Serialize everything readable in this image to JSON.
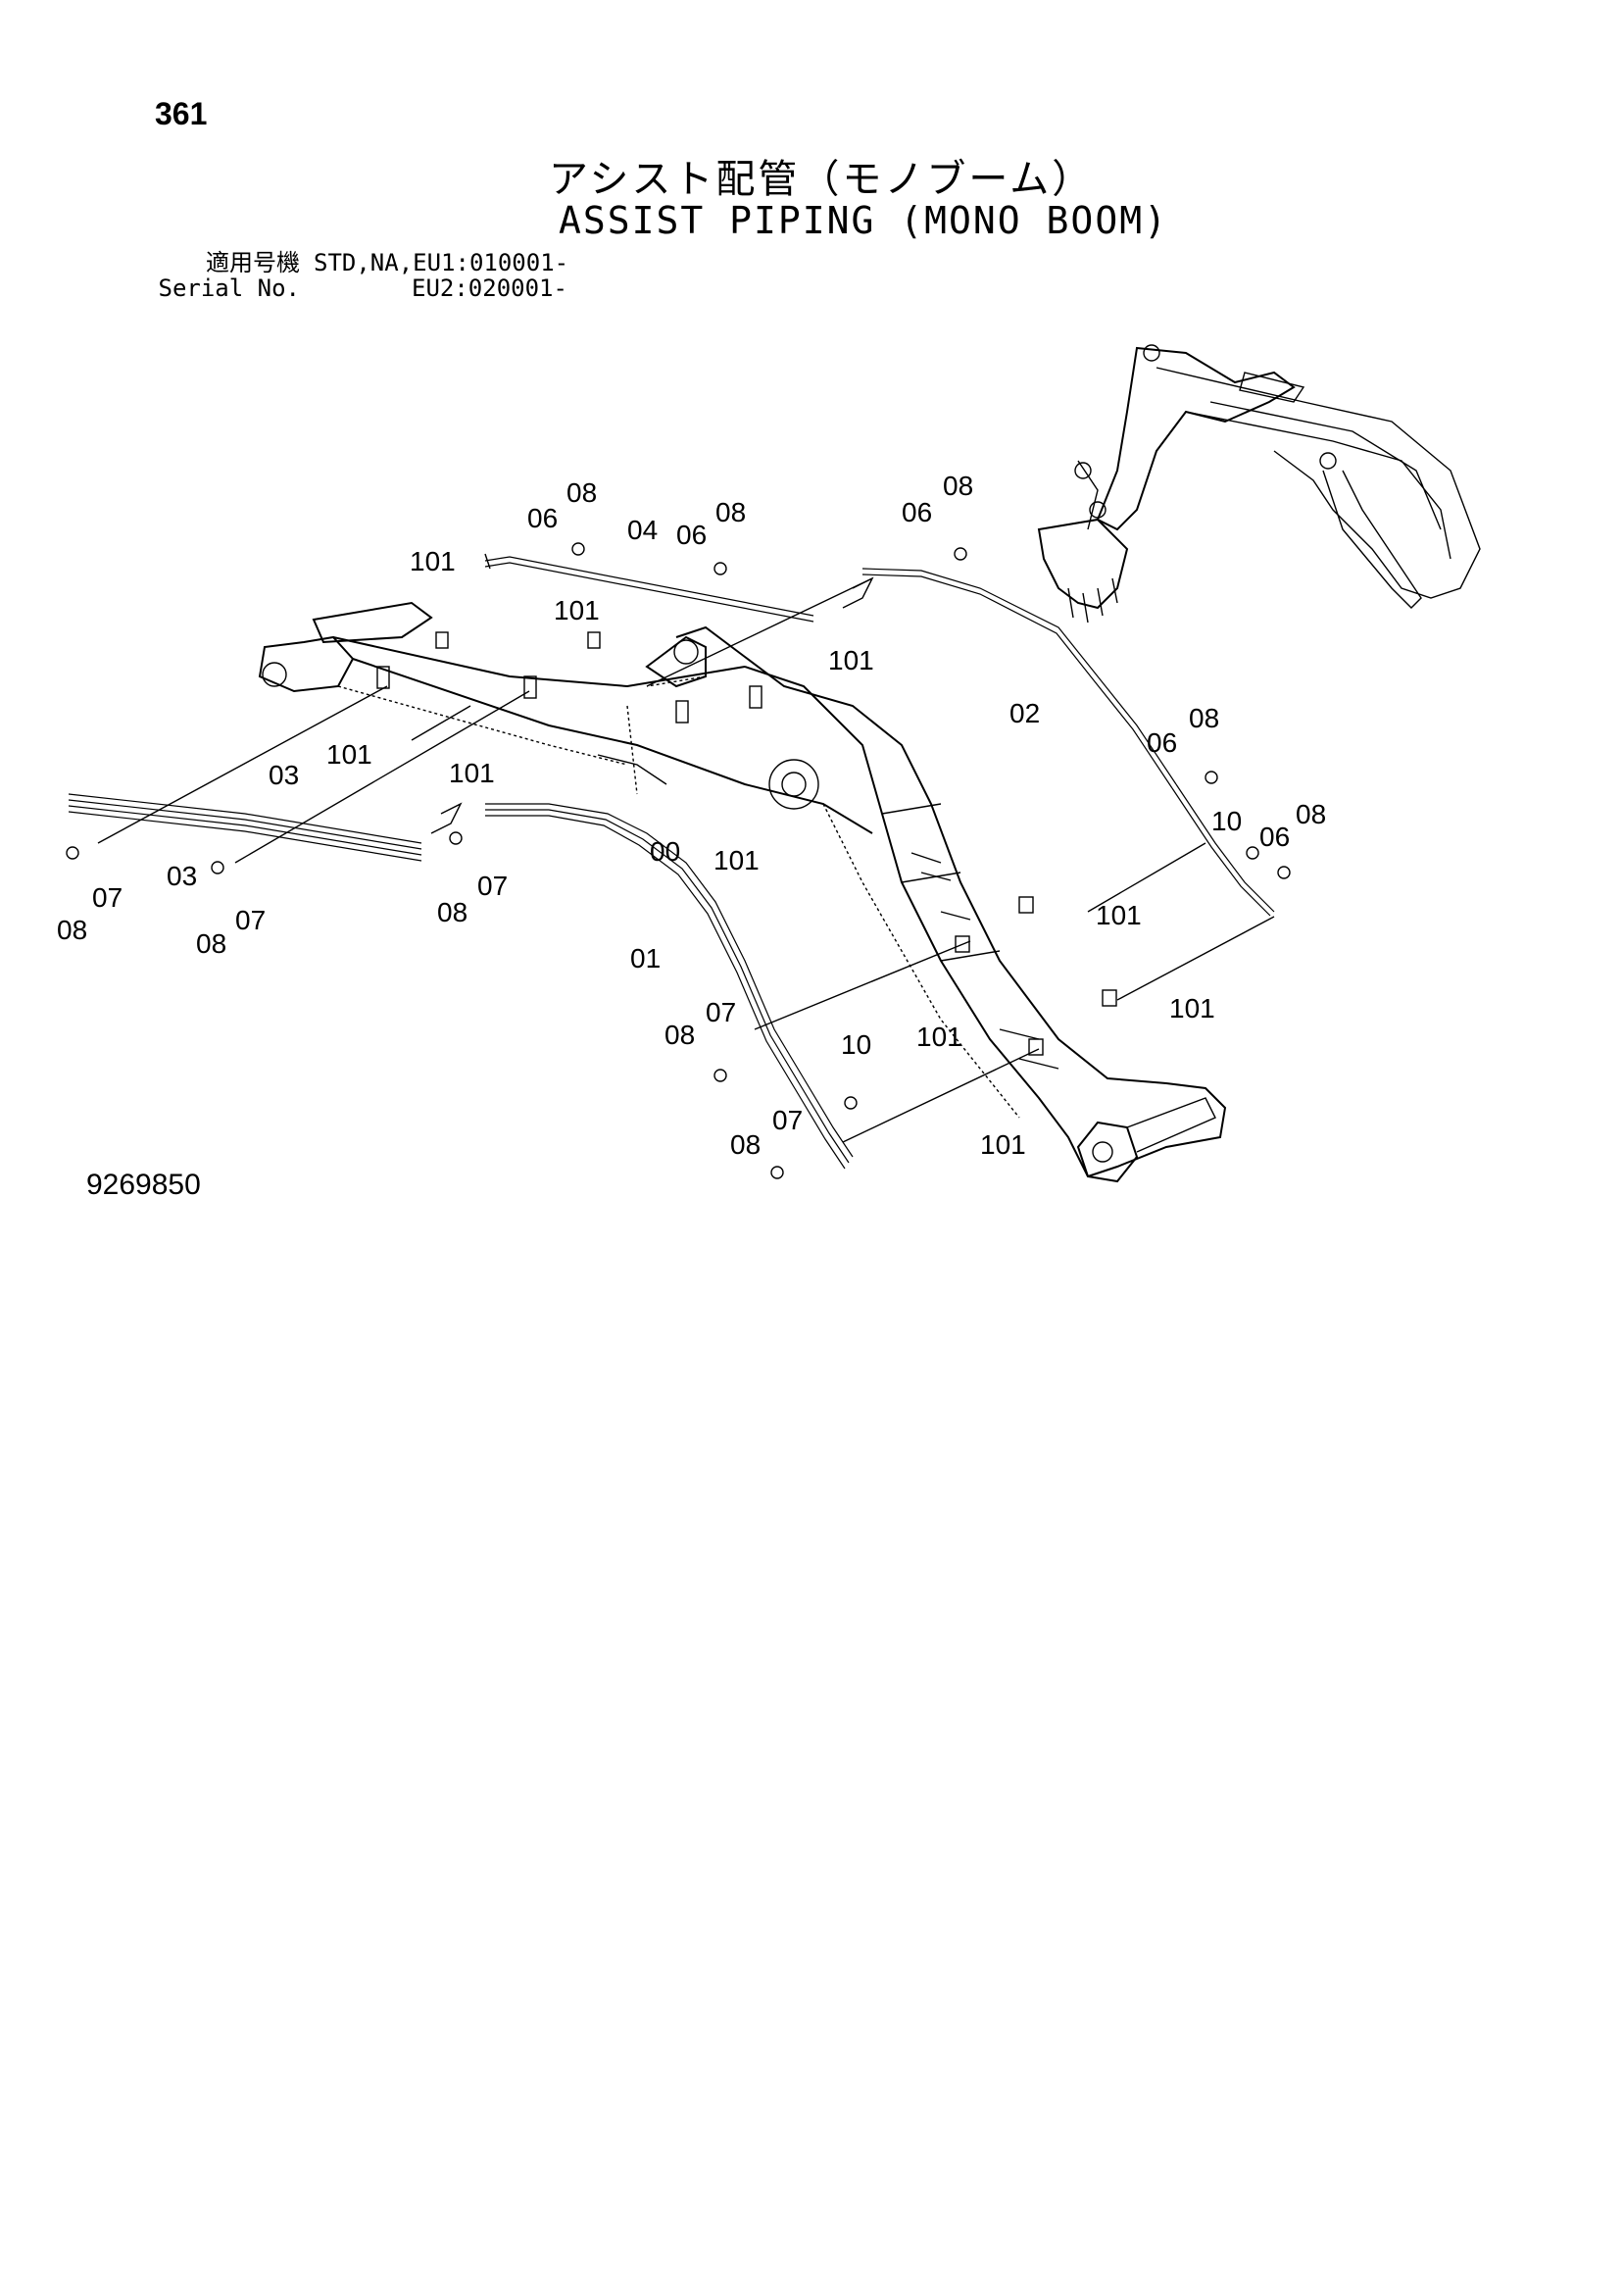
{
  "page": {
    "number": "361",
    "drawing_number": "9269850"
  },
  "title": {
    "japanese": "アシスト配管（モノブーム）",
    "english": "ASSIST PIPING (MONO BOOM)"
  },
  "applicability": {
    "label_jp": "適用号機",
    "label_en": "Serial No.",
    "value_1": "STD,NA,EU1:010001-",
    "value_2": "EU2:020001-"
  },
  "callouts": {
    "c00": "00",
    "c01": "01",
    "c02": "02",
    "c03a": "03",
    "c03b": "03",
    "c04": "04",
    "c06a": "06",
    "c06b": "06",
    "c06c": "06",
    "c06d": "06",
    "c06e": "06",
    "c07a": "07",
    "c07b": "07",
    "c07c": "07",
    "c07d": "07",
    "c07e": "07",
    "c08a": "08",
    "c08b": "08",
    "c08c": "08",
    "c08d": "08",
    "c08e": "08",
    "c08f": "08",
    "c08g": "08",
    "c08h": "08",
    "c08i": "08",
    "c08j": "08",
    "c10a": "10",
    "c10b": "10",
    "c101a": "101",
    "c101b": "101",
    "c101c": "101",
    "c101d": "101",
    "c101e": "101",
    "c101f": "101",
    "c101g": "101",
    "c101h": "101",
    "c101i": "101",
    "c101j": "101"
  }
}
